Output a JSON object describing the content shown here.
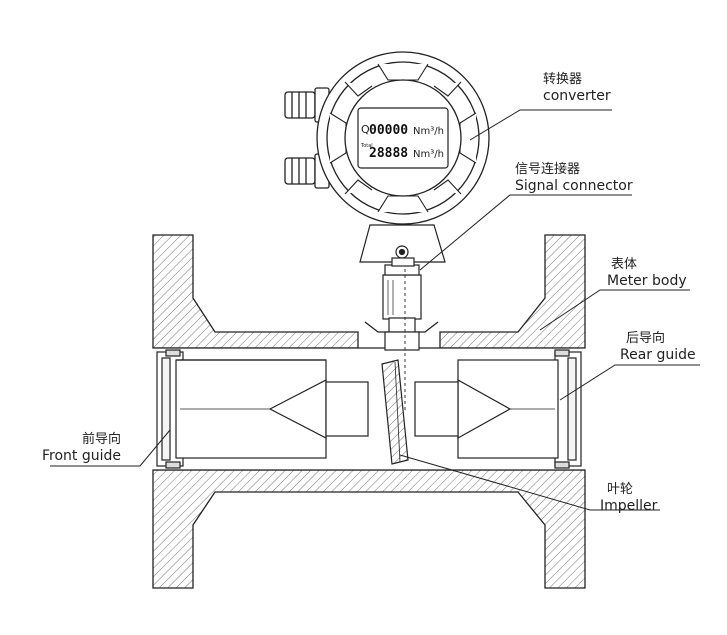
{
  "labels": {
    "converter": {
      "zh": "转换器",
      "en": "converter"
    },
    "signal_connector": {
      "zh": "信号连接器",
      "en": "Signal connector"
    },
    "meter_body": {
      "zh": "表体",
      "en": "Meter body"
    },
    "rear_guide": {
      "zh": "后导向",
      "en": "Rear guide"
    },
    "front_guide": {
      "zh": "前导向",
      "en": "Front guide"
    },
    "impeller": {
      "zh": "叶轮",
      "en": "Impeller"
    }
  },
  "display": {
    "row1_prefix": "Q",
    "row1_value": "00000",
    "row1_unit": "Nm³/h",
    "row2_prefix": "Total",
    "row2_value": "28888",
    "row2_unit": "Nm³/h"
  },
  "colors": {
    "line": "#222222",
    "hatch": "#555555",
    "background": "#ffffff"
  }
}
